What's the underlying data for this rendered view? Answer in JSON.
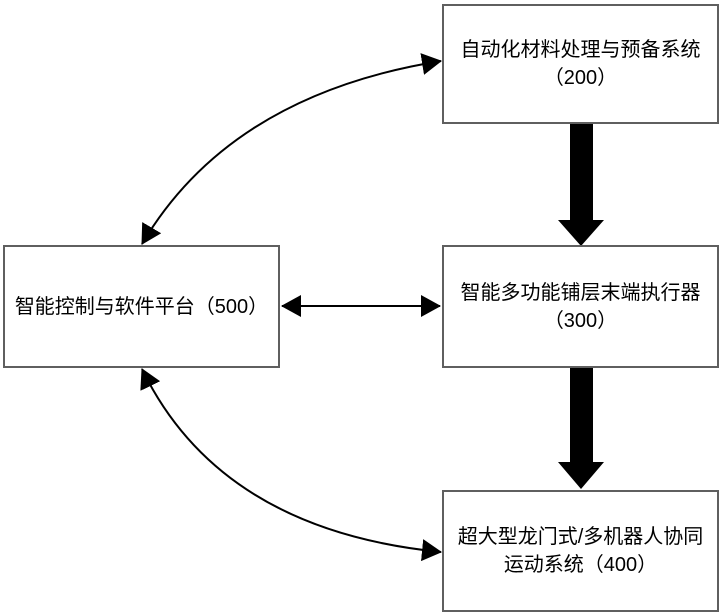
{
  "colors": {
    "page-bg": "#ffffff",
    "box-bg": "#ffffff",
    "box-border": "#5f5f5f",
    "text-color": "#000000",
    "arrow-color": "#000000"
  },
  "diagram": {
    "boxes": {
      "b200": {
        "line1": "自动化材料处理与预备系统",
        "line2": "（200）"
      },
      "b300": {
        "line1": "智能多功能铺层末端执行器",
        "line2": "（300）"
      },
      "b400": {
        "line1": "超大型龙门式/多机器人协同",
        "line2": "运动系统（400）"
      },
      "b500": {
        "line1": "智能控制与软件平台（500）",
        "line2": ""
      }
    },
    "connections": [
      {
        "from": "500",
        "to": "200",
        "style": "curved-line",
        "direction": "bidirectional"
      },
      {
        "from": "500",
        "to": "300",
        "style": "straight-line",
        "direction": "bidirectional"
      },
      {
        "from": "500",
        "to": "400",
        "style": "curved-line",
        "direction": "bidirectional"
      },
      {
        "from": "200",
        "to": "300",
        "style": "thick-block",
        "direction": "down"
      },
      {
        "from": "300",
        "to": "400",
        "style": "thick-block",
        "direction": "down"
      }
    ]
  }
}
